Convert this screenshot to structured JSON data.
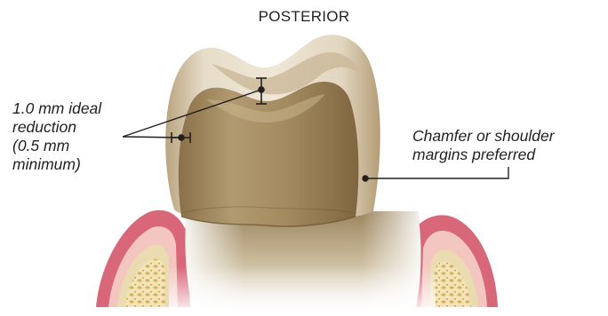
{
  "diagram": {
    "title": "POSTERIOR",
    "labels": {
      "reduction": [
        "1.0 mm ideal",
        "reduction",
        "(0.5 mm",
        "minimum)"
      ],
      "margins": [
        "Chamfer or shoulder",
        "margins preferred"
      ]
    },
    "colors": {
      "enamel_outer": "#d8cbb4",
      "dentin": "#a88f66",
      "gum": "#d9677a",
      "bone": "#f0e2b4",
      "leader": "#231f20"
    },
    "icons": [
      "tooth-illustration",
      "gum-left",
      "gum-right",
      "bone-left",
      "bone-right"
    ]
  }
}
